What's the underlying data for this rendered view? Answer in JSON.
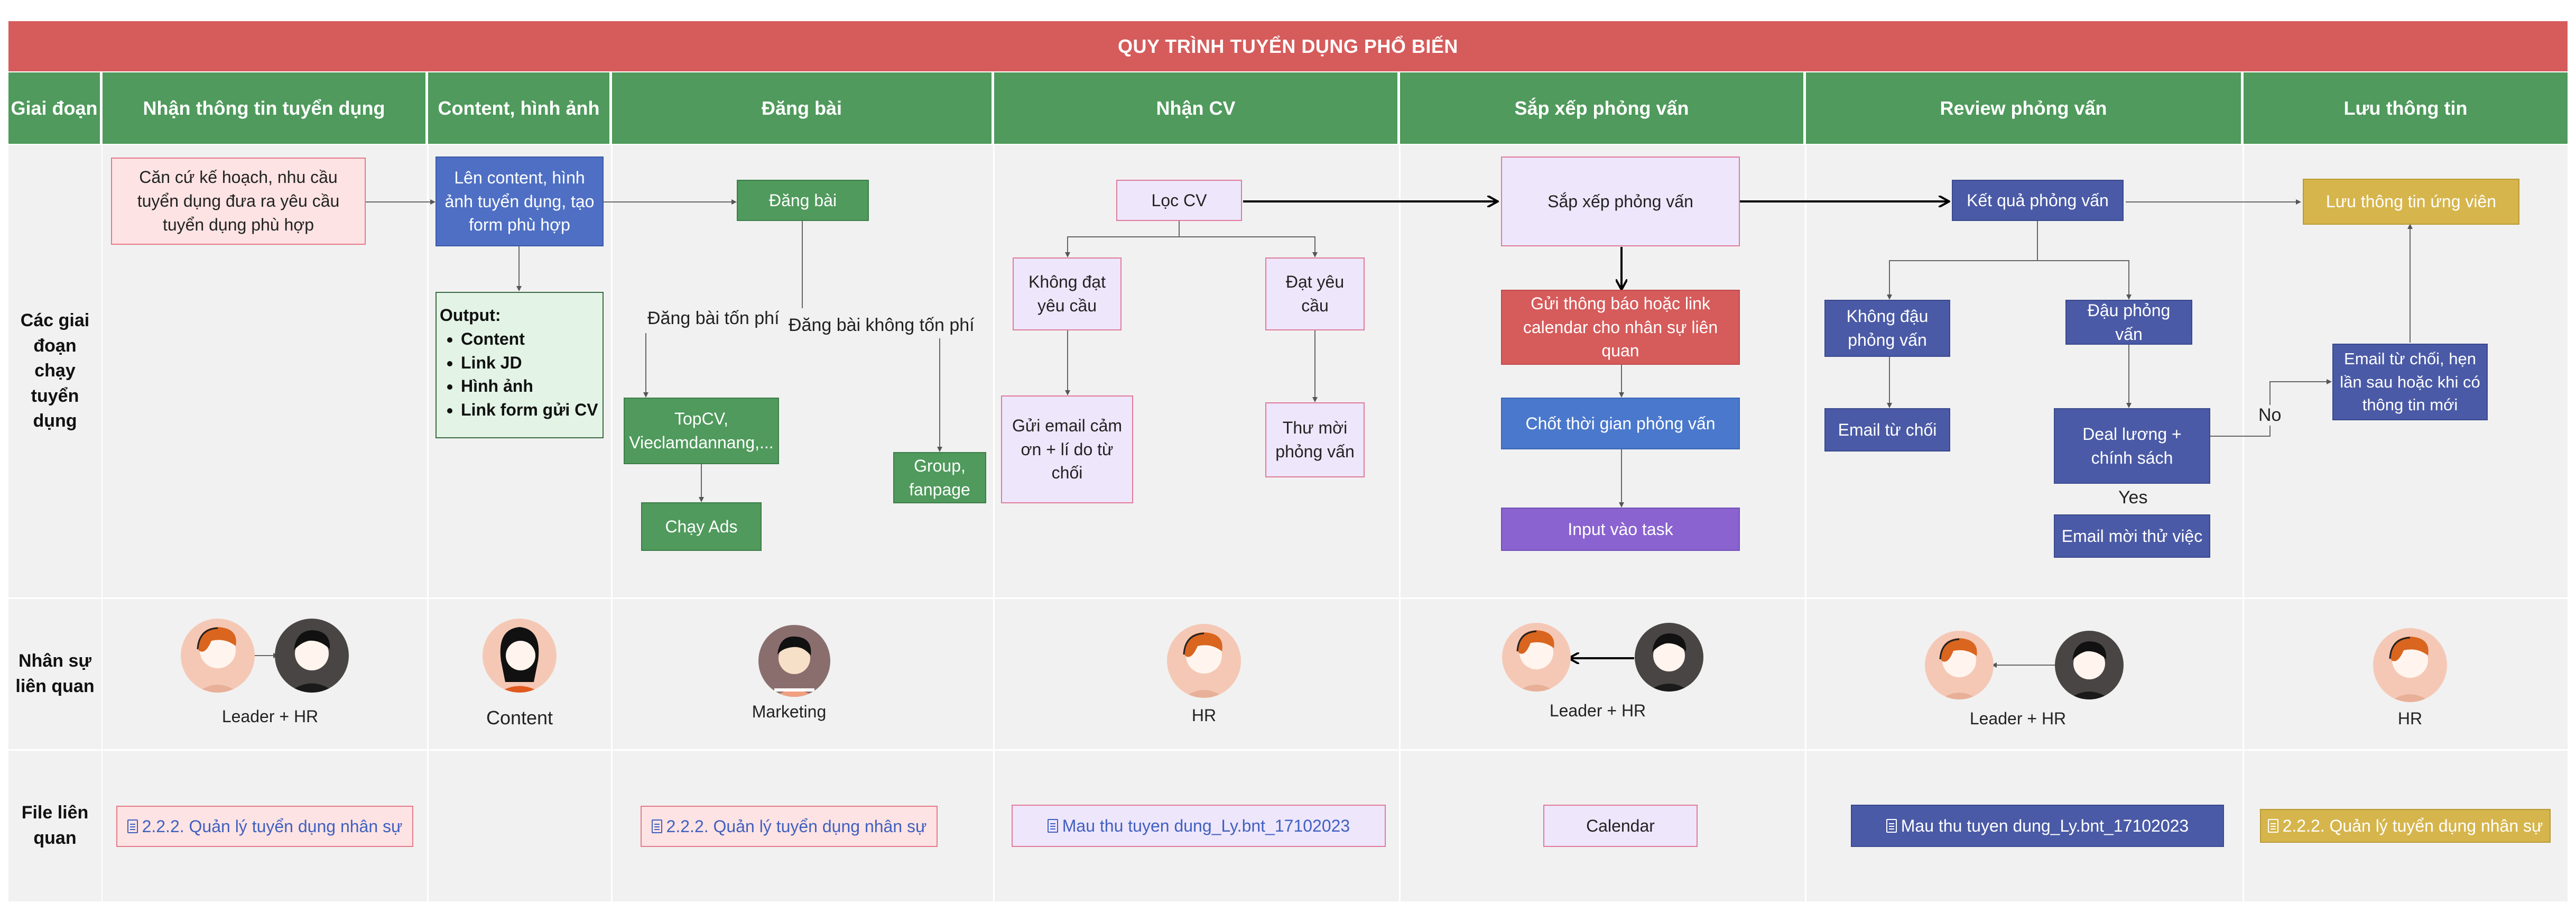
{
  "title": "QUY TRÌNH TUYỂN DỤNG PHỔ BIẾN",
  "headers": {
    "stage": "Giai đoạn",
    "c1": "Nhận thông tin tuyển dụng",
    "c2": "Content, hình ảnh",
    "c3": "Đăng bài",
    "c4": "Nhận CV",
    "c5": "Sắp xếp phỏng vấn",
    "c6": "Review phỏng vấn",
    "c7": "Lưu thông tin"
  },
  "rows": {
    "stages": "Các giai đoạn chạy tuyển dụng",
    "people": "Nhân sự liên quan",
    "files": "File liên quan"
  },
  "nodes": {
    "n1": "Căn cứ kế hoạch, nhu cầu tuyển dụng đưa ra yêu cầu tuyển dụng phù hợp",
    "n2": "Lên content, hình ảnh tuyển dụng, tạo form phù hợp",
    "output_title": "Output:",
    "output_items": [
      "Content",
      "Link JD",
      "Hình ảnh",
      "Link form gửi CV"
    ],
    "dang_bai": "Đăng bài",
    "paid_label": "Đăng bài tốn phí",
    "free_label": "Đăng bài không tốn phí",
    "topcv": "TopCV, Vieclamdannang,...",
    "chay_ads": "Chạy Ads",
    "group": "Group, fanpage",
    "loc_cv": "Lọc CV",
    "khong_dat": "Không đạt yêu cầu",
    "dat": "Đạt yêu cầu",
    "gui_email": "Gửi email cảm ơn + lí do từ chối",
    "thu_moi": "Thư mời phỏng vấn",
    "sap_xep": "Sắp xếp phỏng vấn",
    "gui_thong_bao": "Gửi thông báo hoặc link calendar cho nhân sự liên quan",
    "chot": "Chốt thời gian phỏng vấn",
    "input_task": "Input vào task",
    "ket_qua": "Kết quả phỏng vấn",
    "khong_dau": "Không đậu phỏng vấn",
    "dau": "Đậu phỏng vấn",
    "email_tu_choi": "Email từ chối",
    "deal": "Deal lương + chính sách",
    "yes": "Yes",
    "no": "No",
    "email_thu_viec": "Email mời thử việc",
    "luu": "Lưu thông tin ứng viên",
    "email_hen": "Email từ chối, hẹn lần sau hoặc khi có thông tin mới"
  },
  "people": {
    "p1": "Leader + HR",
    "p2": "Content",
    "p3": "Marketing",
    "p4": "HR",
    "p5": "Leader + HR",
    "p6": "Leader + HR",
    "p7": "HR"
  },
  "files": {
    "f1": "2.2.2. Quản lý tuyển dụng nhân sự",
    "f3": "2.2.2. Quản lý tuyển dụng nhân sự",
    "f4": "Mau thu tuyen dung_Ly.bnt_17102023",
    "f5": "Calendar",
    "f6": "Mau thu tuyen dung_Ly.bnt_17102023",
    "f7": "2.2.2. Quản lý tuyển dụng nhân sự"
  },
  "colors": {
    "title": "#d65b5b",
    "header": "#4f9a5c",
    "cell": "#f1f1f1"
  }
}
